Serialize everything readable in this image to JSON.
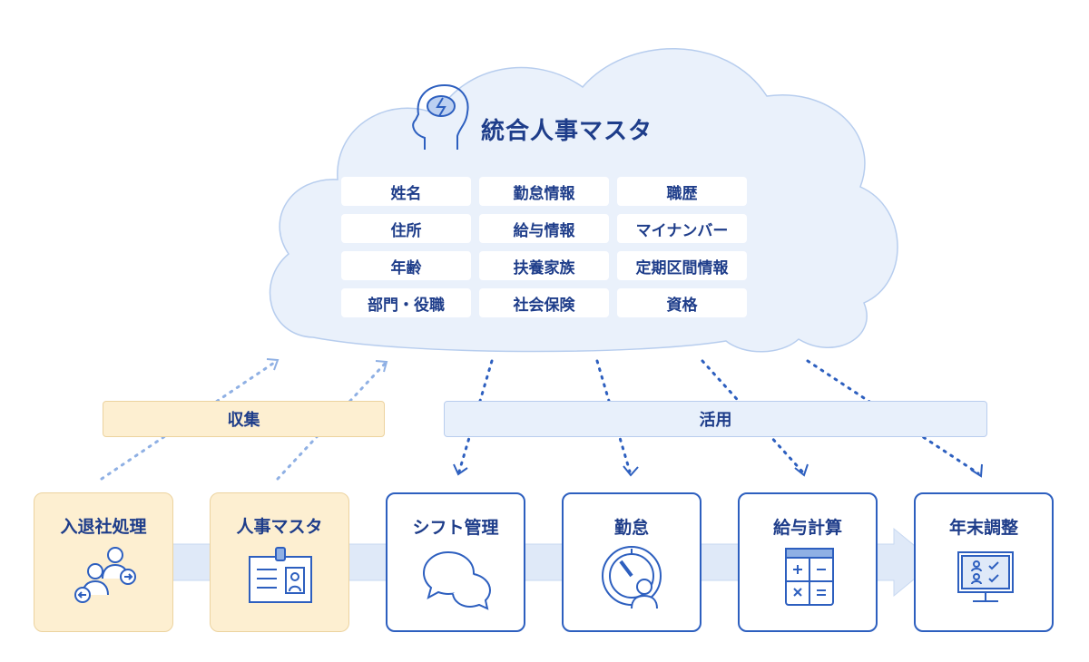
{
  "master": {
    "title": "統合人事マスタ",
    "fields": [
      "姓名",
      "勤怠情報",
      "職歴",
      "住所",
      "給与情報",
      "マイナンバー",
      "年齢",
      "扶養家族",
      "定期区間情報",
      "部門・役職",
      "社会保険",
      "資格"
    ]
  },
  "bands": {
    "collect": "収集",
    "use": "活用"
  },
  "steps": [
    {
      "label": "入退社処理",
      "icon": "people-exchange-icon"
    },
    {
      "label": "人事マスタ",
      "icon": "id-card-icon"
    },
    {
      "label": "シフト管理",
      "icon": "chat-bubbles-icon"
    },
    {
      "label": "勤怠",
      "icon": "clock-person-icon"
    },
    {
      "label": "給与計算",
      "icon": "calculator-icon"
    },
    {
      "label": "年末調整",
      "icon": "monitor-checklist-icon"
    }
  ],
  "colors": {
    "navy": "#1e3d8a",
    "blue": "#2d5fbf",
    "cloud": "#eaf1fb",
    "cream": "#fdefd1"
  }
}
